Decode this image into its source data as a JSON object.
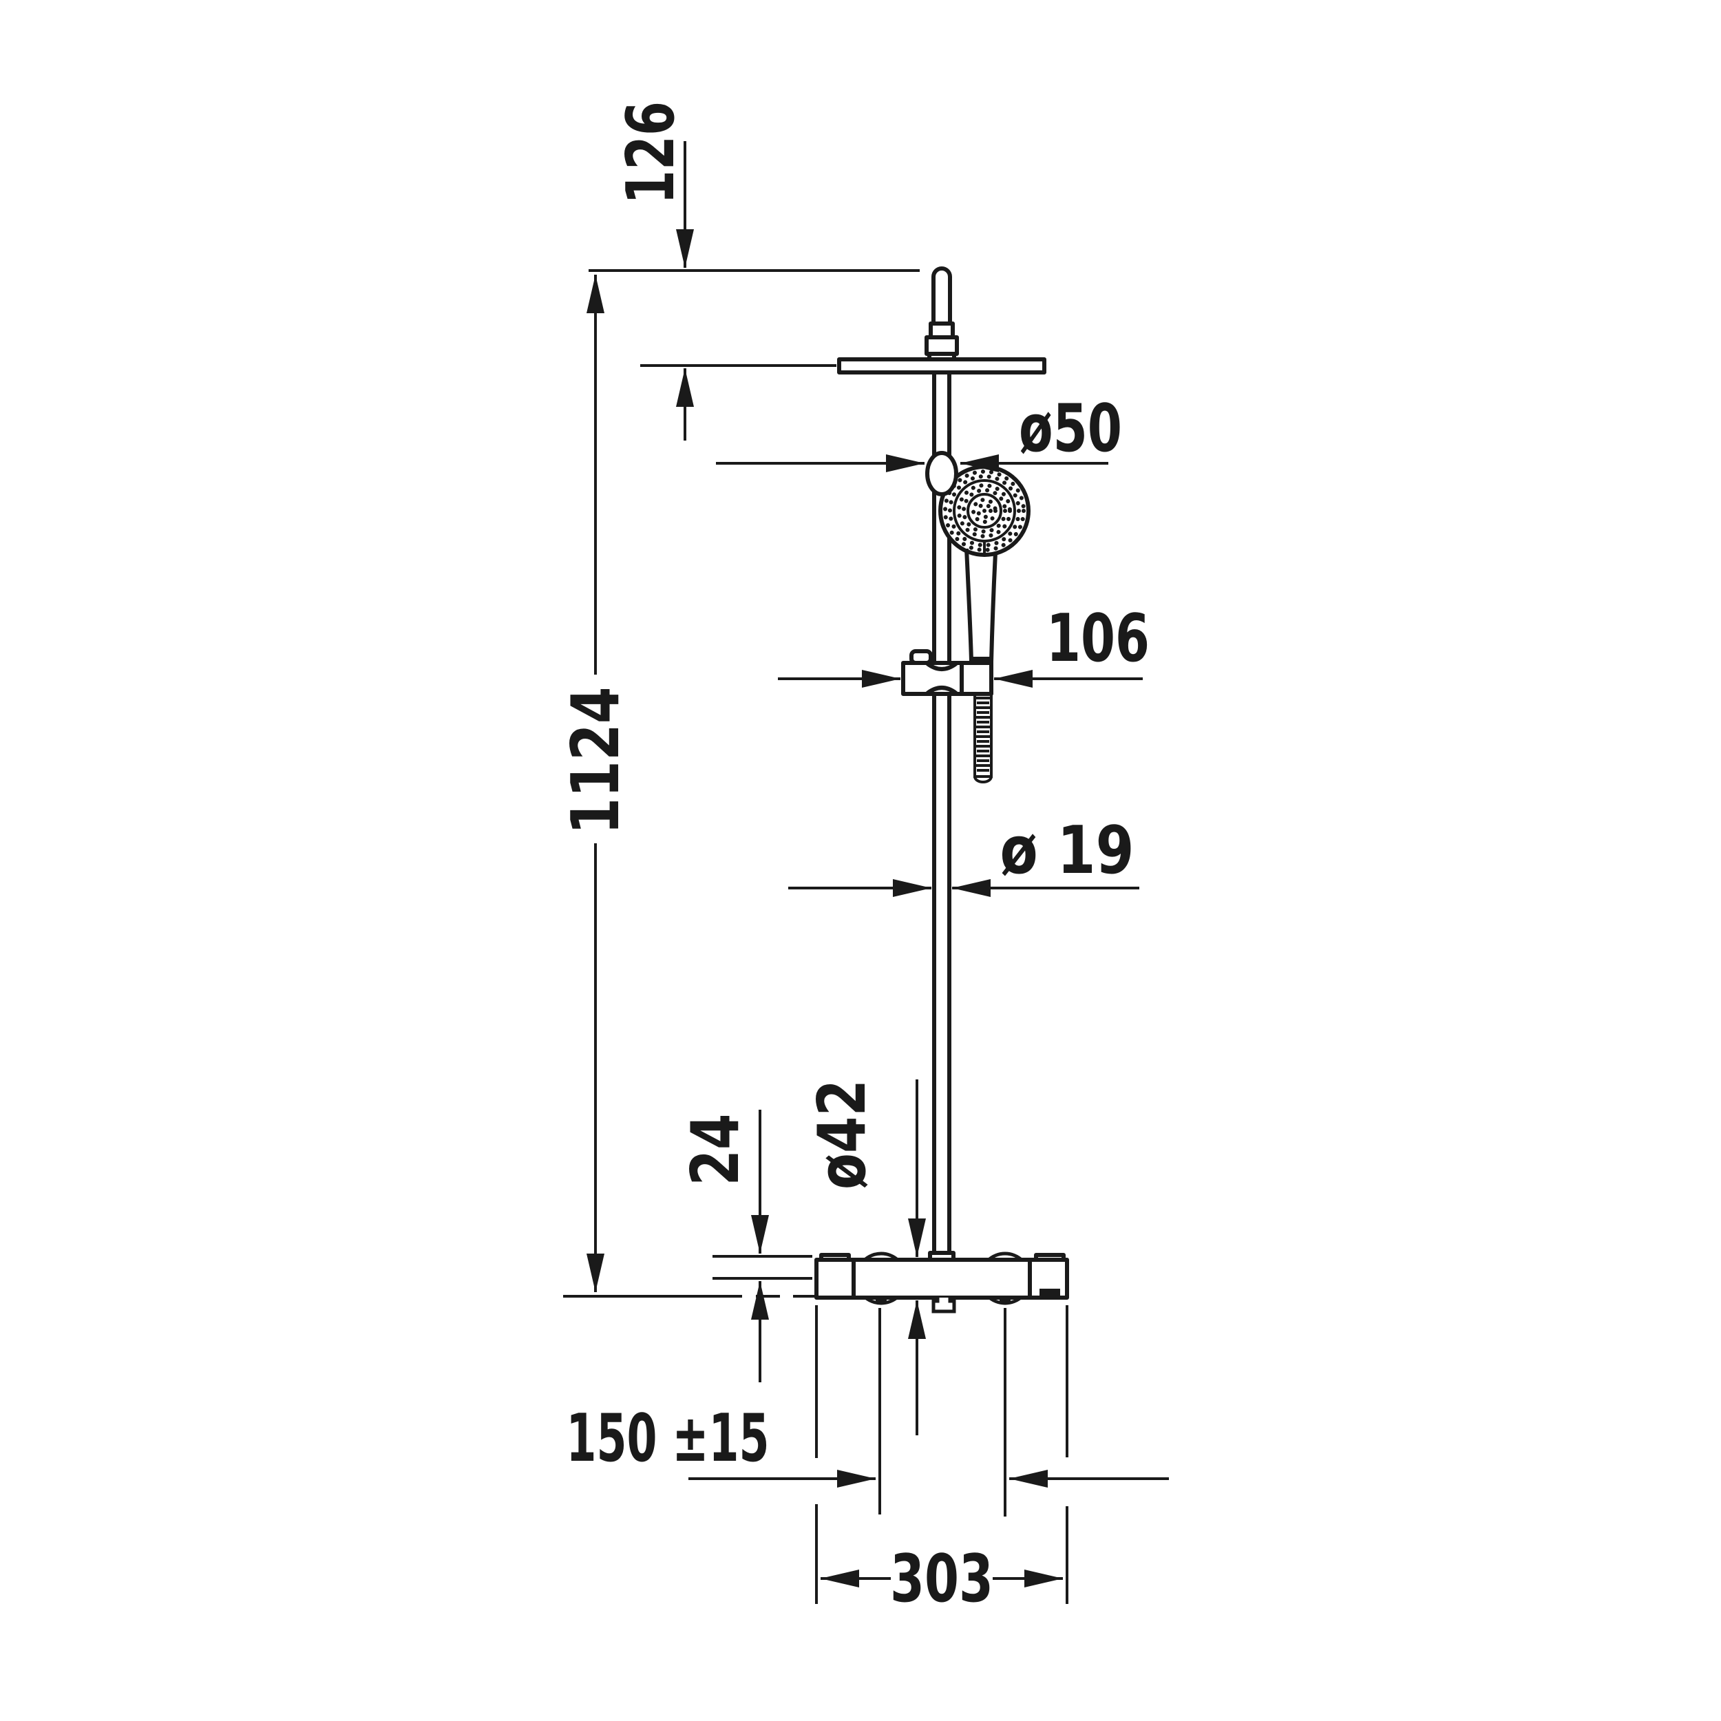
{
  "diagram": {
    "title": "shower-system-technical-drawing",
    "units": "mm",
    "dimensions": {
      "top_offset": "126",
      "total_height": "1124",
      "hand_shower_knob_diameter": "ø50",
      "slider_bracket_width": "106",
      "rail_diameter": "ø 19",
      "valve_body_diameter": "ø42",
      "valve_center_offset": "24",
      "supply_connection_spacing": "150 ±15",
      "valve_width": "303"
    },
    "colors": {
      "line": "#1a1a1a",
      "background": "#ffffff"
    }
  }
}
